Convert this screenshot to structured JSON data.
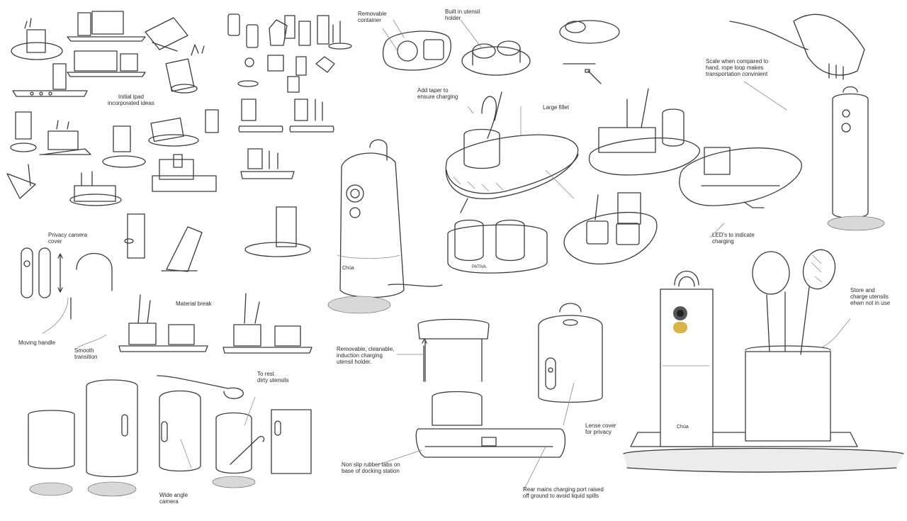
{
  "annotations": {
    "initial_ipad": "Initial ipad\nincorporated ideas",
    "privacy_camera": "Privacy camera\ncover",
    "moving_handle": "Moving handle",
    "smooth_transition": "Smooth\ntransition",
    "material_break": "Material break",
    "wide_angle": "Wide angle\ncamera",
    "to_rest": "To rest\ndirty utensils",
    "removable_container": "Removable\ncontainer",
    "built_in_utensil": "Built in utensil\nholder",
    "add_taper": "Add taper to\nensure charging",
    "large_fillet": "Large fillet",
    "scale_compared": "Scale when compared to\nhand, rope loop makes\ntransportation convinient",
    "leds": "LED's to indicate\ncharging",
    "store_charge": "Store and\ncharge utensils\nehwn not in use",
    "removable_cleanable": "Removable, cleanable,\ninduction charging\nutensil holder.",
    "lense_cover": "Lense cover\nfor privacy",
    "non_slip": "Non slip rubber tabs on\nbase of docking station",
    "rear_mains": "Rear mains charging port raised\noff ground to avoid liquid spills",
    "brand_label": "Chüa",
    "brand_label_2": "PATIVA"
  },
  "colors": {
    "ink": "#3a3a3a",
    "button_gold": "#d8b24a",
    "camera": "#555555"
  }
}
